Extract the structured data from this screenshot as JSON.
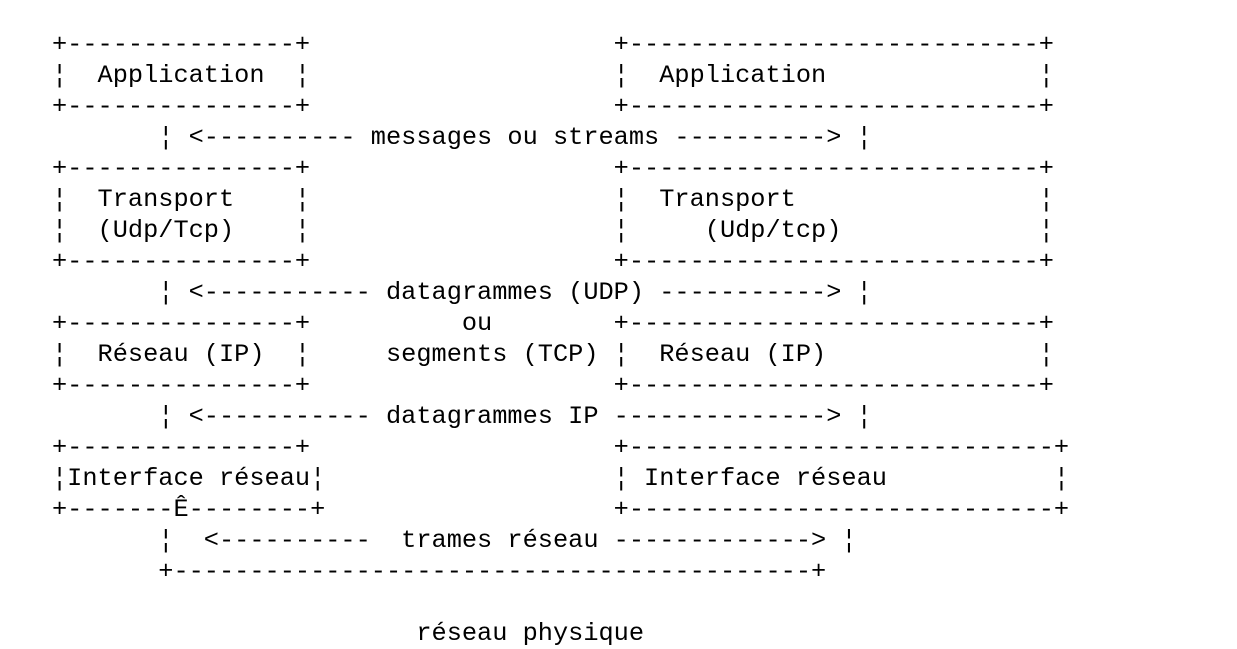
{
  "diagram": {
    "lines": [
      "+---------------+                    +---------------------------+",
      "¦  Application  ¦                    ¦  Application              ¦",
      "+---------------+                    +---------------------------+",
      "       ¦ <---------- messages ou streams ----------> ¦",
      "+---------------+                    +---------------------------+",
      "¦  Transport    ¦                    ¦  Transport                ¦",
      "¦  (Udp/Tcp)    ¦                    ¦     (Udp/tcp)             ¦",
      "+---------------+                    +---------------------------+",
      "       ¦ <----------- datagrammes (UDP) -----------> ¦",
      "+---------------+          ou        +---------------------------+",
      "¦  Réseau (IP)  ¦     segments (TCP) ¦  Réseau (IP)              ¦",
      "+---------------+                    +---------------------------+",
      "       ¦ <----------- datagrammes IP --------------> ¦",
      "+---------------+                    +----------------------------+",
      "¦Interface réseau¦                   ¦ Interface réseau           ¦",
      "+-------Ê--------+                   +----------------------------+",
      "       ¦  <----------  trames réseau -------------> ¦",
      "       +------------------------------------------+",
      "",
      "                        réseau physique"
    ]
  }
}
